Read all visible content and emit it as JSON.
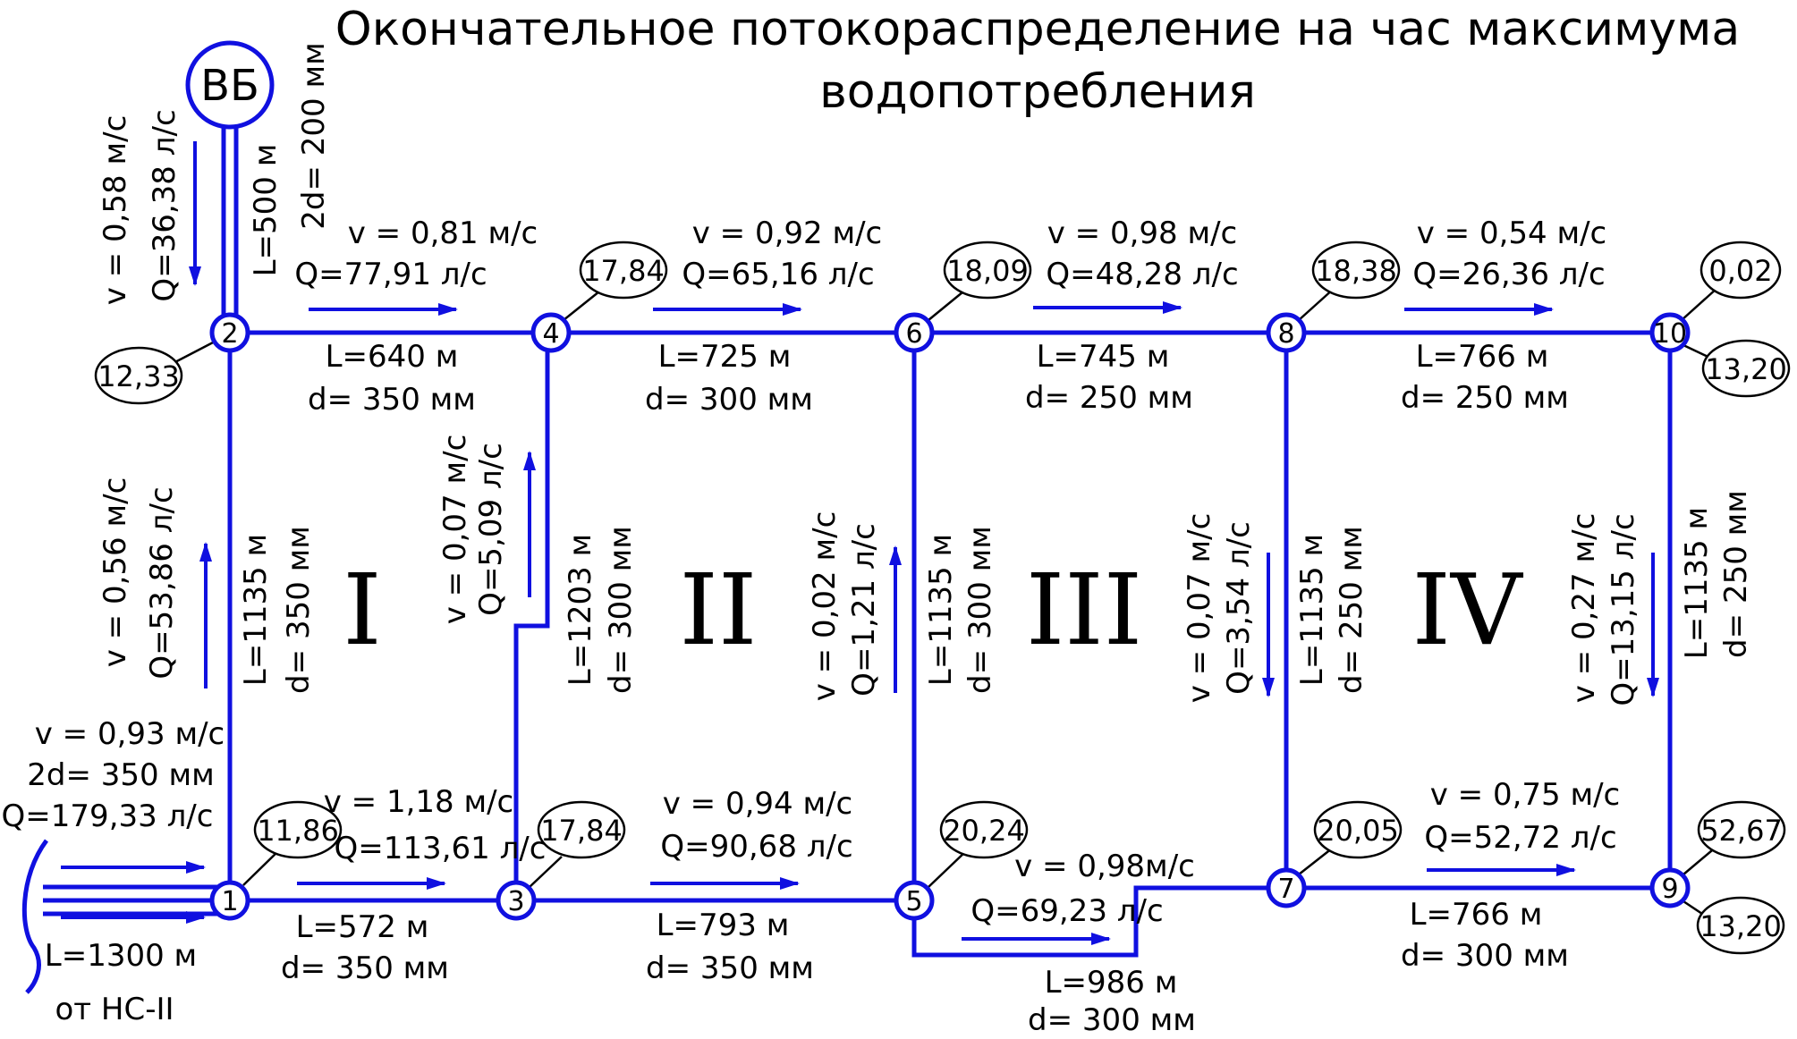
{
  "title": {
    "line1": "Окончательное потокораспределение на час максимума",
    "line2": "водопотребления"
  },
  "tower": {
    "label": "ВБ"
  },
  "nodes": {
    "n1": "1",
    "n2": "2",
    "n3": "3",
    "n4": "4",
    "n5": "5",
    "n6": "6",
    "n7": "7",
    "n8": "8",
    "n9": "9",
    "n10": "10"
  },
  "node_flows": {
    "n1": "11,86",
    "n2": "12,33",
    "n3": "17,84",
    "n4": "17,84",
    "n5": "20,24",
    "n6": "18,09",
    "n7": "20,05",
    "n8": "18,38",
    "n9_top": "52,67",
    "n9_bottom": "13,20",
    "n10_top": "0,02",
    "n10_bottom": "13,20"
  },
  "rings": {
    "r1": "I",
    "r2": "II",
    "r3": "III",
    "r4": "IV"
  },
  "pipes": {
    "tower_2": {
      "v": "v = 0,58 м/с",
      "q": "Q=36,38 л/с",
      "len": "L=500 м",
      "d": "2d= 200 мм"
    },
    "inlet_1": {
      "v": "v = 0,93 м/с",
      "d": "2d= 350 мм",
      "q": "Q=179,33 л/с",
      "len": "L=1300 м",
      "src": "от НС-II"
    },
    "p2_4": {
      "v": "v = 0,81 м/с",
      "q": "Q=77,91 л/с",
      "len": "L=640 м",
      "d": "d= 350 мм"
    },
    "p4_6": {
      "v": "v = 0,92 м/с",
      "q": "Q=65,16 л/с",
      "len": "L=725 м",
      "d": "d= 300 мм"
    },
    "p6_8": {
      "v": "v = 0,98 м/с",
      "q": "Q=48,28 л/с",
      "len": "L=745 м",
      "d": "d= 250 мм"
    },
    "p8_10": {
      "v": "v = 0,54 м/с",
      "q": "Q=26,36 л/с",
      "len": "L=766 м",
      "d": "d= 250 мм"
    },
    "p1_2": {
      "v": "v = 0,56 м/с",
      "q": "Q=53,86 л/с",
      "len": "L=1135 м",
      "d": "d= 350 мм"
    },
    "p3_4": {
      "v": "v = 0,07 м/с",
      "q": "Q=5,09 л/с",
      "len": "L=1203 м",
      "d": "d= 300 мм"
    },
    "p5_6": {
      "v": "v = 0,02 м/с",
      "q": "Q=1,21 л/с",
      "len": "L=1135 м",
      "d": "d= 300 мм"
    },
    "p8_7": {
      "v": "v = 0,07 м/с",
      "q": "Q=3,54 л/с",
      "len": "L=1135 м",
      "d": "d= 250 мм"
    },
    "p10_9": {
      "v": "v = 0,27 м/с",
      "q": "Q=13,15 л/с",
      "len": "L=1135 м",
      "d": "d= 250 мм"
    },
    "p1_3": {
      "v": "v = 1,18 м/с",
      "q": "Q=113,61 л/с",
      "len": "L=572 м",
      "d": "d= 350 мм"
    },
    "p3_5": {
      "v": "v = 0,94 м/с",
      "q": "Q=90,68 л/с",
      "len": "L=793 м",
      "d": "d= 350 мм"
    },
    "p5_7": {
      "v": "v = 0,98м/с",
      "q": "Q=69,23 л/с",
      "len": "L=986 м",
      "d": "d= 300 мм"
    },
    "p7_9": {
      "v": "v = 0,75 м/с",
      "q": "Q=52,72 л/с",
      "len": "L=766 м",
      "d": "d= 300 мм"
    }
  },
  "colors": {
    "pipe": "#1010e0",
    "ink": "#000000",
    "background": "#ffffff"
  }
}
